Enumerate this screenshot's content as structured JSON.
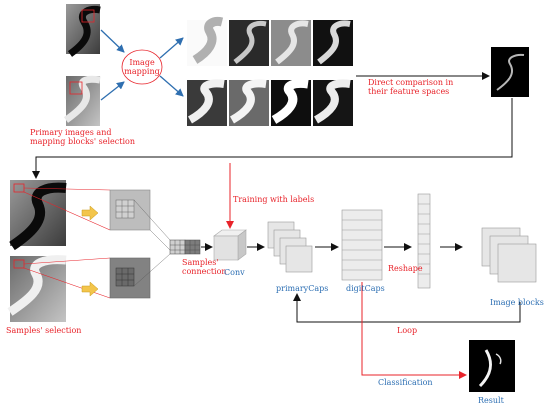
{
  "labels": {
    "image_mapping": "Image mapping",
    "primary_images": "Primary images and mapping blocks' selection",
    "direct_comparison": "Direct comparison in their feature spaces",
    "training_with_labels": "Training with labels",
    "samples_connection": "Samples' connection",
    "conv": "Conv",
    "primary_caps": "primaryCaps",
    "digit_caps": "digitCaps",
    "reshape": "Reshape",
    "image_blocks": "Image blocks",
    "loop": "Loop",
    "samples_selection": "Samples' selection",
    "classification": "Classification",
    "result": "Result"
  },
  "colors": {
    "red_text": "#e8232a",
    "blue_text": "#2d6fb3",
    "arrow_blue": "#2f6fb0",
    "arrow_yellow": "#f3c54b",
    "arrow_red": "#e8232a"
  },
  "icons": [
    "river-image",
    "feature-map",
    "conv-block",
    "caps-stack",
    "fc-layer",
    "result-image"
  ]
}
